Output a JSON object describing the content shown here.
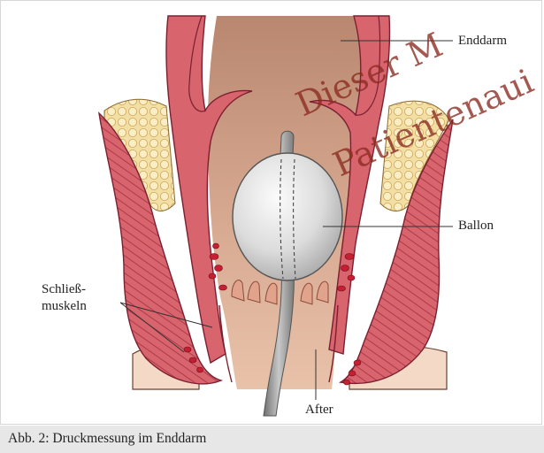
{
  "labels": {
    "enddarm": "Enddarm",
    "ballon": "Ballon",
    "schliessmuskeln_line1": "Schließ-",
    "schliessmuskeln_line2": "muskeln",
    "after": "After"
  },
  "caption": "Abb. 2: Druckmessung im Enddarm",
  "watermark": {
    "line1": "Dieser M",
    "line2": "Patientenaui"
  },
  "colors": {
    "muscle": "#d8646e",
    "muscle_dark": "#a83545",
    "mucosa": "#e9a79a",
    "lumen": "#c99a82",
    "fat": "#f5dfa8",
    "skin": "#f4d9c6",
    "balloon": "#dedede",
    "catheter": "#9a9a9a",
    "caption_bg": "#e7e7e7",
    "watermark": "#8a2b1f"
  }
}
